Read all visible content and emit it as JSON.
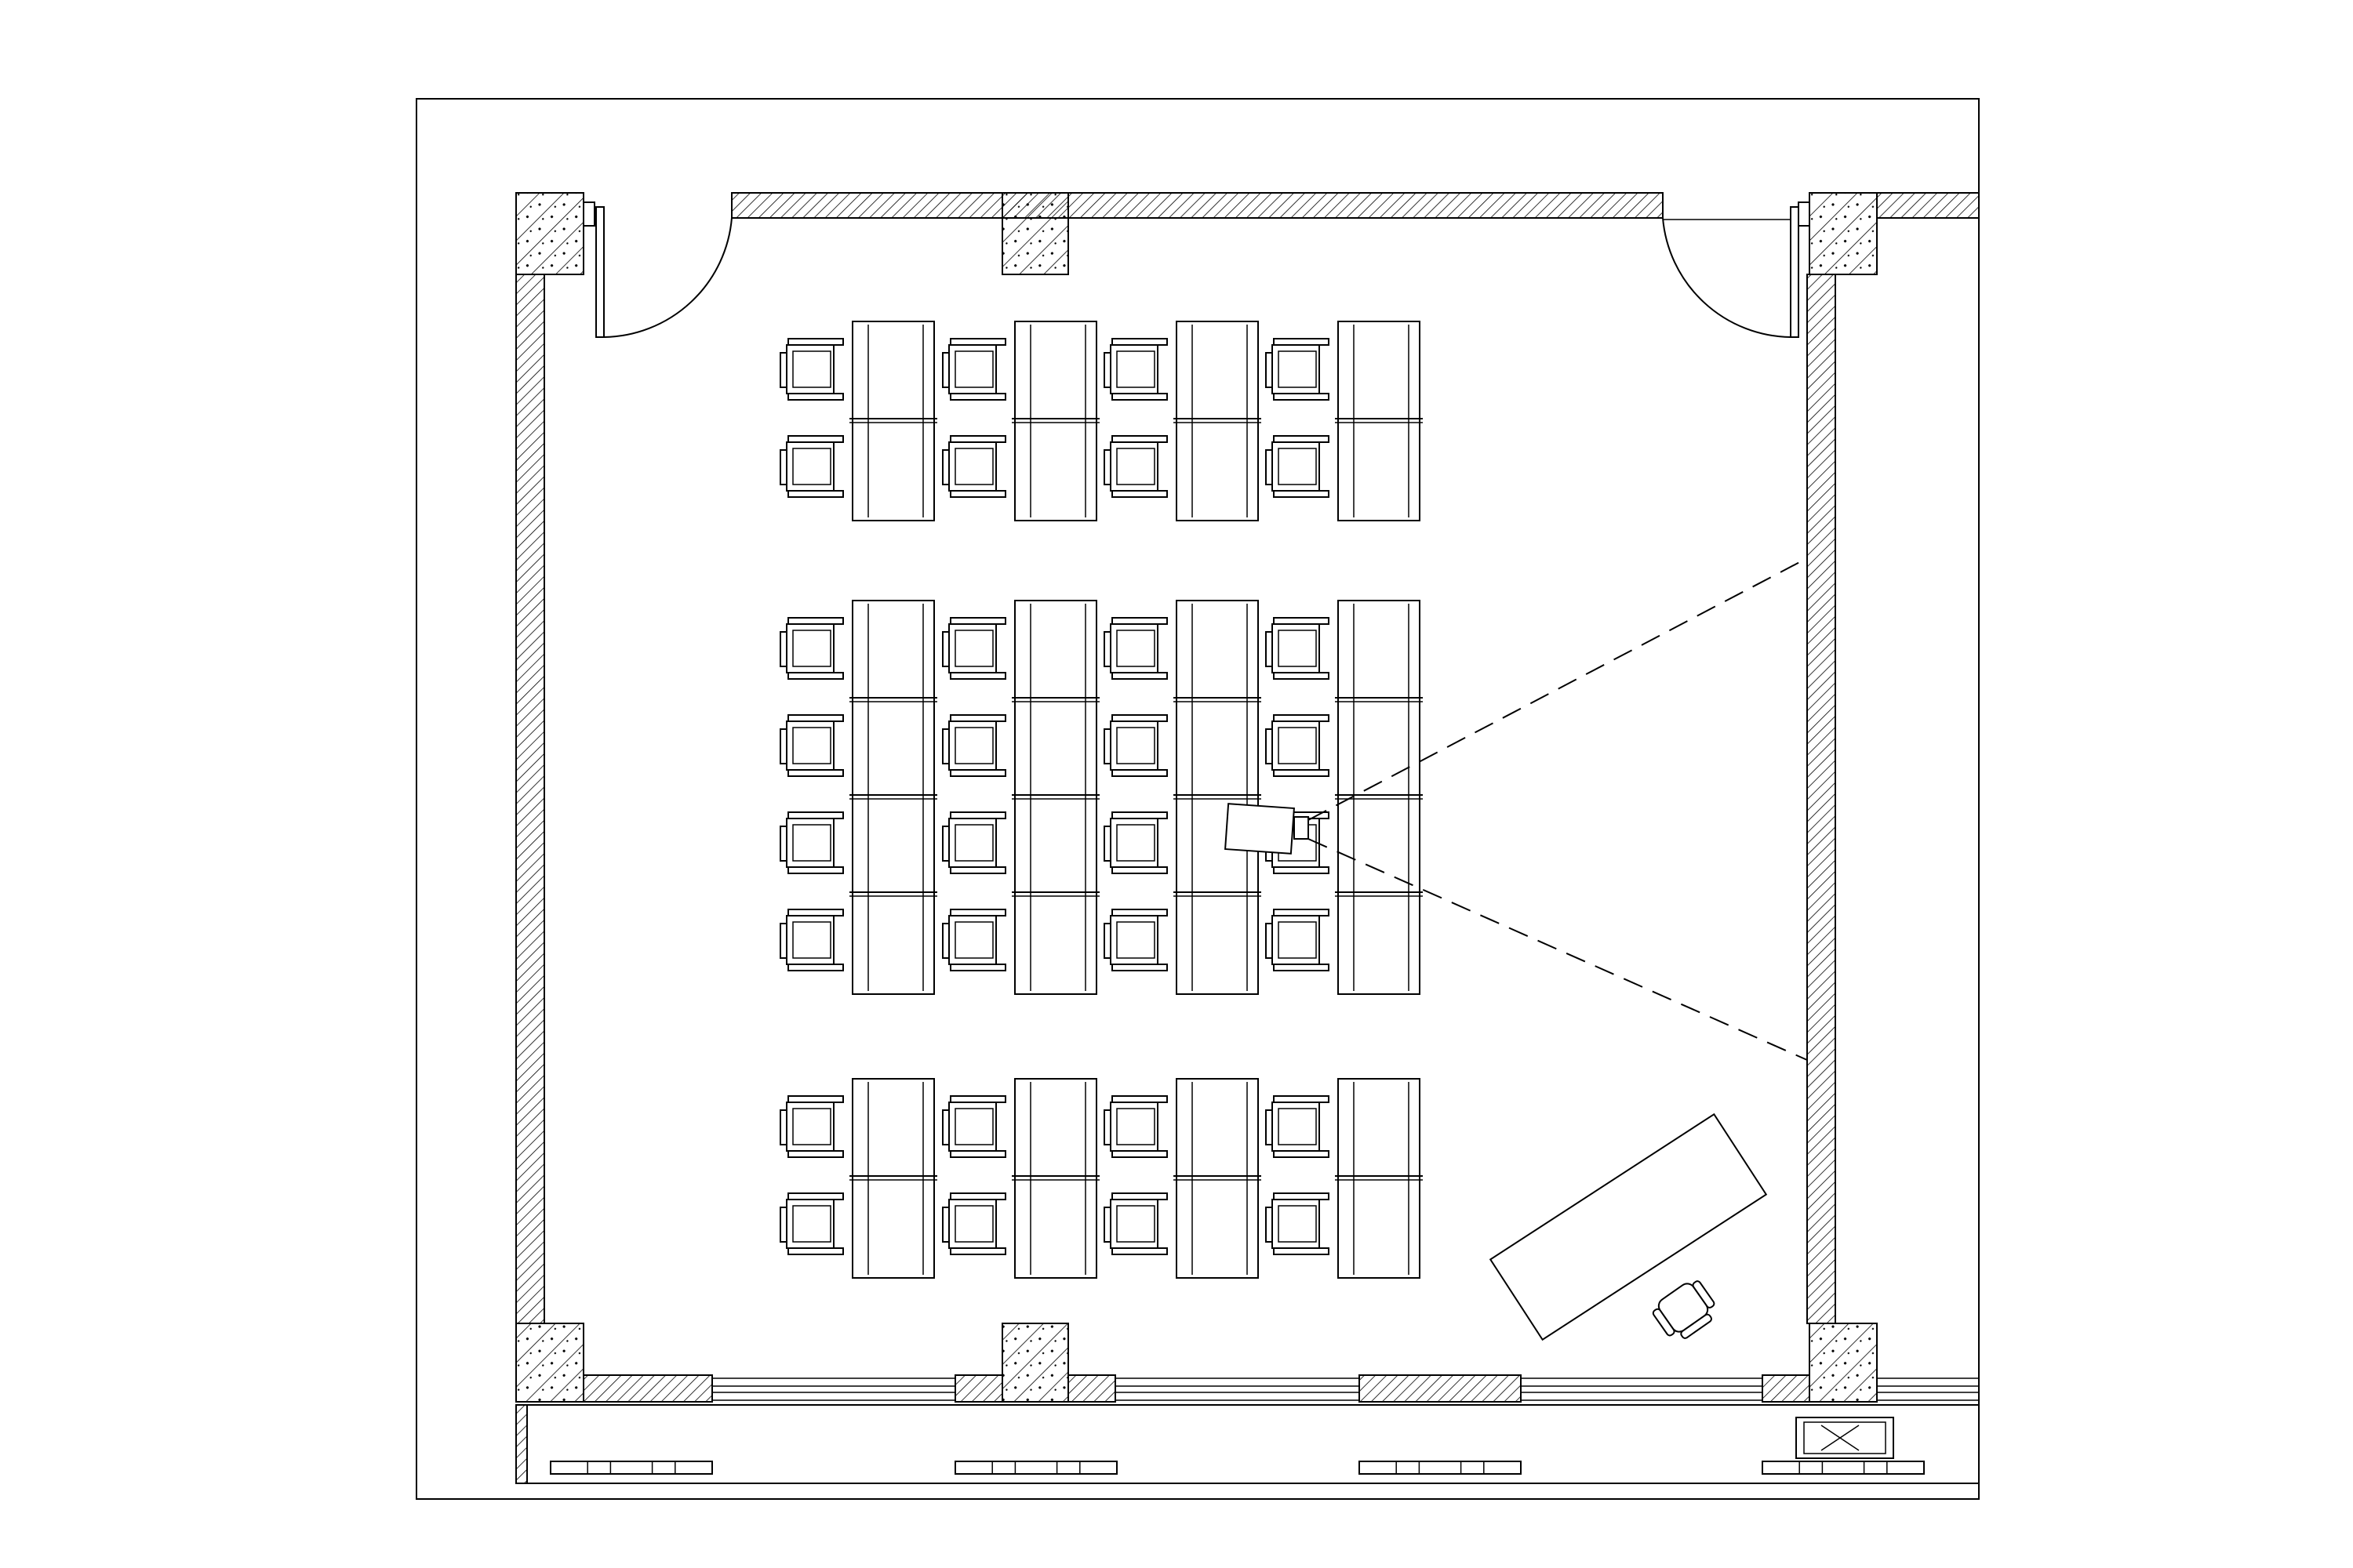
{
  "drawing": {
    "kind": "classroom-floor-plan",
    "labels": []
  },
  "furniture": {
    "desk_blocks": [
      {
        "name": "front-desk-block",
        "rows": 2,
        "columns": 4
      },
      {
        "name": "middle-desk-block",
        "rows": 4,
        "columns": 4
      },
      {
        "name": "rear-desk-block",
        "rows": 2,
        "columns": 4
      }
    ],
    "student_chairs_total": 32,
    "teacher_table": 1,
    "teacher_chair": 1,
    "projector": 1
  },
  "openings": {
    "doors": 2,
    "windows": 4
  },
  "colors": {
    "line": "#000000",
    "background": "#ffffff"
  }
}
